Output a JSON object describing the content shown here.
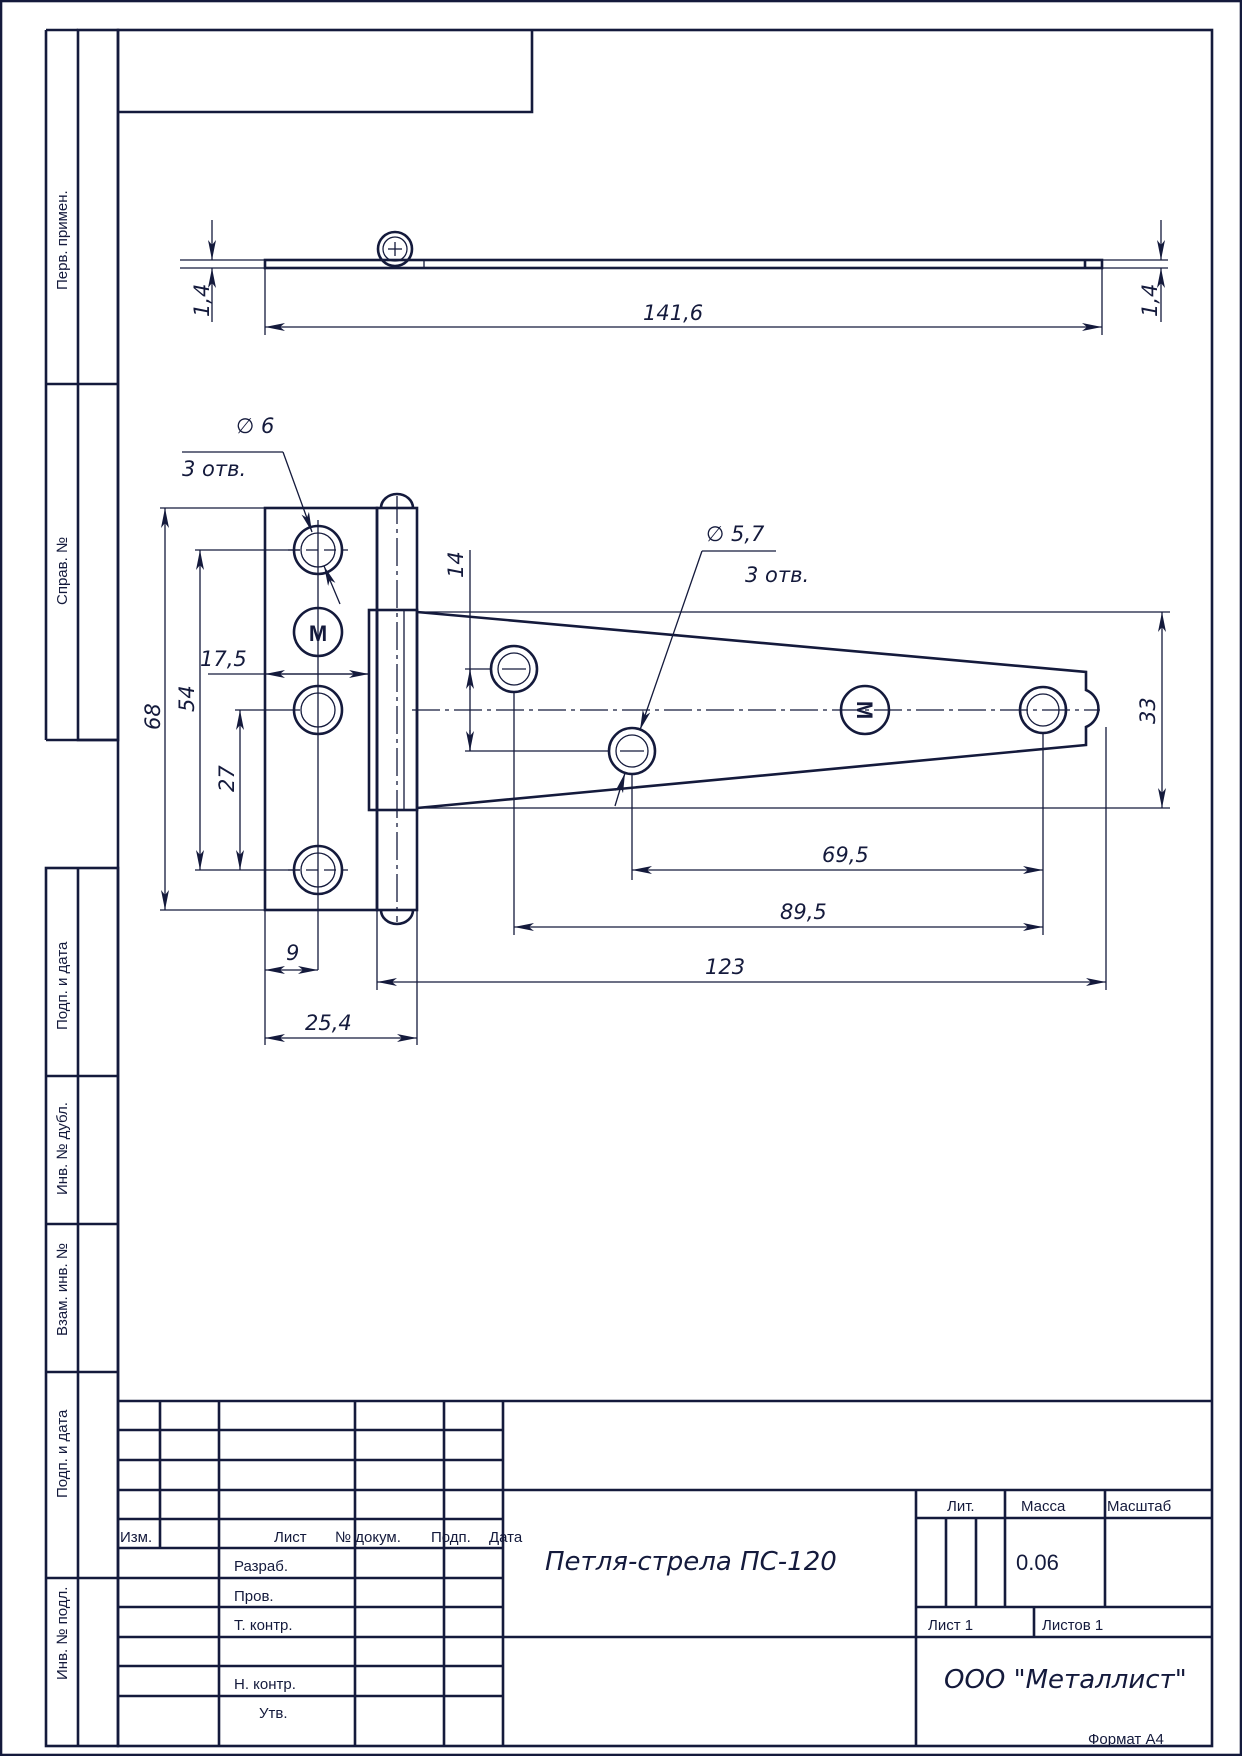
{
  "drawing": {
    "title": "Петля-стрела ПС-120",
    "organization": "ООО \"Металлист\"",
    "format": "Формат А4",
    "colors": {
      "line": "#141a3c",
      "paper": "#ffffff"
    }
  },
  "side_strip": {
    "labels": [
      "Перв. примен.",
      "Справ. №",
      "Подп. и дата",
      "Инв. № дубл.",
      "Взам. инв. №",
      "Подп. и дата",
      "Инв. № подл."
    ]
  },
  "top_view": {
    "dimensions": {
      "length": "141,6",
      "thickness_left": "1,4",
      "thickness_right": "1,4"
    }
  },
  "front_view": {
    "callouts": [
      {
        "diameter": "∅ 6",
        "note": "3 отв."
      },
      {
        "diameter": "∅ 5,7",
        "note": "3 отв."
      }
    ],
    "logo_mark": "M",
    "dimensions": {
      "overall_height": "68",
      "outer_hole_spacing": "54",
      "half_hole_spacing": "27",
      "leaf_to_knuckle": "17,5",
      "hole_edge_offset": "9",
      "leaf_width": "25,4",
      "strap_hole_offset": "14",
      "strap_width": "33",
      "hole_spacing_short": "69,5",
      "hole_spacing_long": "89,5",
      "strap_length": "123"
    }
  },
  "title_block": {
    "header": {
      "izm": "Изм.",
      "list": "Лист",
      "doc_no": "№ докум.",
      "sign": "Подп.",
      "date": "Дата"
    },
    "roles": [
      "Разраб.",
      "Пров.",
      "Т. контр.",
      "",
      "Н. контр.",
      "Утв."
    ],
    "lit_label": "Лит.",
    "mass_label": "Масса",
    "scale_label": "Масштаб",
    "mass_value": "0.06",
    "scale_value": "",
    "sheet": "Лист 1",
    "sheets": "Листов 1"
  }
}
